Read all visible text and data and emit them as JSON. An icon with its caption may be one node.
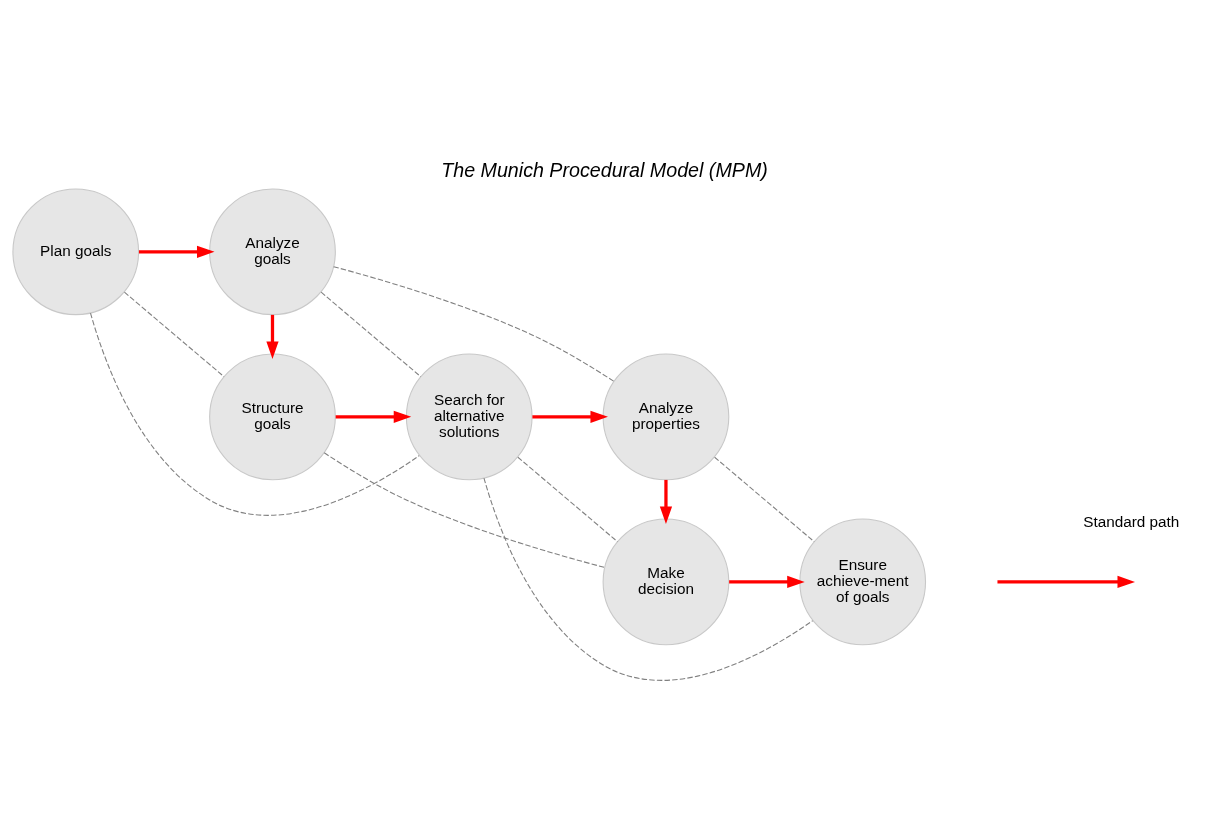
{
  "diagram": {
    "title": "The Munich Procedural Model (MPM)",
    "nodes": [
      {
        "text": [
          "Analyze goals"
        ]
      },
      {
        "text": [
          "Analyze properties"
        ]
      },
      {
        "text": [
          "Search for alternative solutions"
        ]
      },
      {
        "text": [
          "Plan goals"
        ]
      },
      {
        "text": [
          "Ensure achieve-ment of goals"
        ]
      },
      {
        "text": [
          "Structure goals"
        ]
      },
      {
        "text": [
          "Make decision"
        ]
      }
    ],
    "edges": [
      {
        "from": 3,
        "to": 0,
        "arrow": "to",
        "style": "thick",
        "color": "#ff0000"
      },
      {
        "from": 0,
        "to": 5,
        "arrow": "to",
        "style": "thick",
        "color": "#ff0000"
      },
      {
        "from": 5,
        "to": 2,
        "arrow": "to",
        "style": "thick",
        "color": "#ff0000"
      },
      {
        "from": 2,
        "to": 1,
        "arrow": "to",
        "style": "thick",
        "color": "#ff0000"
      },
      {
        "from": 1,
        "to": 6,
        "arrow": "to",
        "style": "thick",
        "color": "#ff0000"
      },
      {
        "from": 6,
        "to": 4,
        "arrow": "to",
        "style": "thick",
        "color": "#ff0000"
      },
      {
        "from": 0,
        "to": 1,
        "arrow": "none",
        "style": "dashed"
      },
      {
        "from": 0,
        "to": 2,
        "arrow": "none",
        "style": "dashed"
      },
      {
        "from": 3,
        "to": 2,
        "arrow": "none",
        "style": "dashed"
      },
      {
        "from": 2,
        "to": 4,
        "arrow": "none",
        "style": "dashed"
      },
      {
        "from": 3,
        "to": 5,
        "arrow": "none",
        "style": "dashed"
      },
      {
        "from": 5,
        "to": 6,
        "arrow": "none",
        "style": "dashed"
      },
      {
        "from": 2,
        "to": 6,
        "arrow": "none",
        "style": "dashed"
      },
      {
        "from": 1,
        "to": 4,
        "arrow": "none",
        "style": "dashed"
      }
    ],
    "legend": [
      {
        "text": "Standard path"
      }
    ]
  }
}
